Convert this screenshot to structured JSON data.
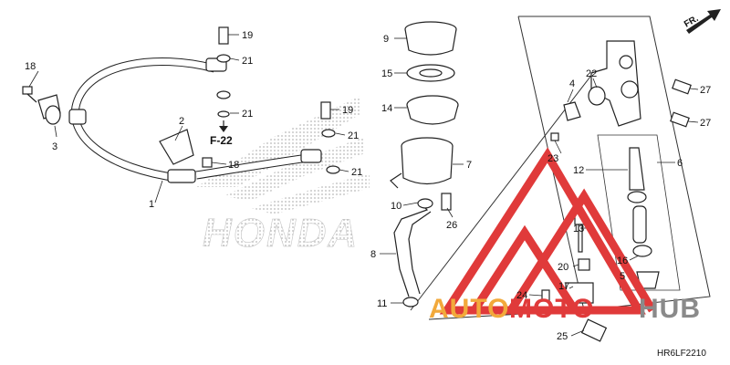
{
  "diagram": {
    "code": "HR6LF2210",
    "direction_label": "FR.",
    "ref_label": "F-22",
    "brand_watermark": "HONDA",
    "parts": [
      {
        "id": "p1",
        "label": "1"
      },
      {
        "id": "p2",
        "label": "2"
      },
      {
        "id": "p3",
        "label": "3"
      },
      {
        "id": "p4",
        "label": "4"
      },
      {
        "id": "p5",
        "label": "5"
      },
      {
        "id": "p6",
        "label": "6"
      },
      {
        "id": "p7",
        "label": "7"
      },
      {
        "id": "p8",
        "label": "8"
      },
      {
        "id": "p9",
        "label": "9"
      },
      {
        "id": "p10",
        "label": "10"
      },
      {
        "id": "p11",
        "label": "11"
      },
      {
        "id": "p12",
        "label": "12"
      },
      {
        "id": "p13",
        "label": "13"
      },
      {
        "id": "p14",
        "label": "14"
      },
      {
        "id": "p15",
        "label": "15"
      },
      {
        "id": "p16",
        "label": "16"
      },
      {
        "id": "p17",
        "label": "17"
      },
      {
        "id": "p18a",
        "label": "18"
      },
      {
        "id": "p18b",
        "label": "18"
      },
      {
        "id": "p19a",
        "label": "19"
      },
      {
        "id": "p19b",
        "label": "19"
      },
      {
        "id": "p20",
        "label": "20"
      },
      {
        "id": "p21a",
        "label": "21"
      },
      {
        "id": "p21b",
        "label": "21"
      },
      {
        "id": "p21c",
        "label": "21"
      },
      {
        "id": "p21d",
        "label": "21"
      },
      {
        "id": "p22",
        "label": "22"
      },
      {
        "id": "p23",
        "label": "23"
      },
      {
        "id": "p24",
        "label": "24"
      },
      {
        "id": "p25",
        "label": "25"
      },
      {
        "id": "p26",
        "label": "26"
      },
      {
        "id": "p27a",
        "label": "27"
      },
      {
        "id": "p27b",
        "label": "27"
      }
    ]
  },
  "watermark": {
    "part1": "AUTO",
    "part2": "MOTO",
    "part3": "HUB",
    "color_red": "#e03a3a",
    "color_orange": "#f2a93b",
    "color_gray": "#8a8a8a"
  }
}
